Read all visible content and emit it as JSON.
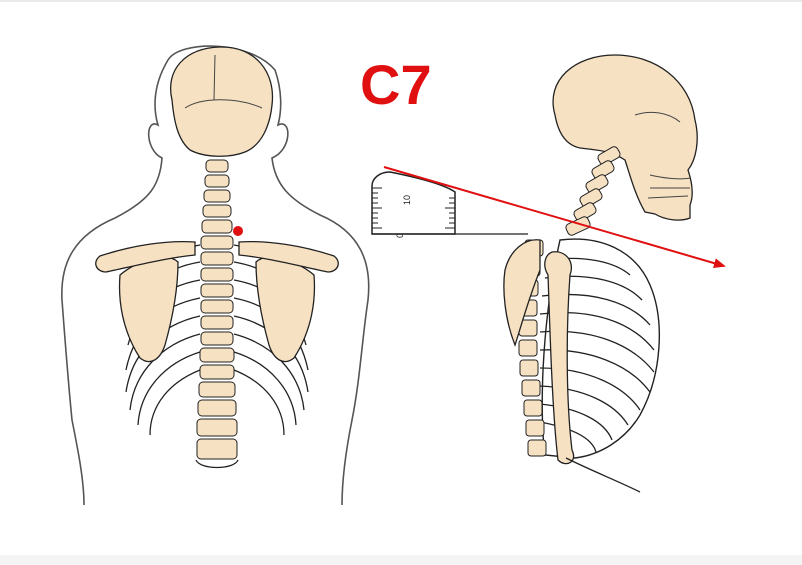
{
  "diagram": {
    "label": "C7",
    "ruler_ticks": [
      "0",
      "10"
    ],
    "colors": {
      "bone": "#f7e1c3",
      "outline": "#222222",
      "skin_outline": "#555555",
      "marker": "#e01010",
      "label": "#e01010",
      "measure_line": "#e01010",
      "frame": "#e9e9e9"
    }
  }
}
